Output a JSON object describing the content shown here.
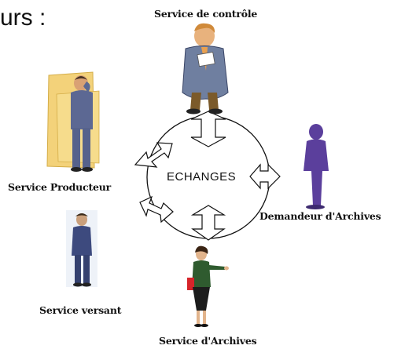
{
  "heading": {
    "text": "urs :"
  },
  "diagram": {
    "center": "ECHANGES",
    "actors": {
      "controle": "Service de contrôle",
      "producteur": "Service Producteur",
      "demandeur": "Demandeur d'Archives",
      "versant": "Service versant",
      "archives": "Service d'Archives"
    }
  },
  "colors": {
    "yellow_panel": "#f3d27a",
    "suit_blue": "#3d4a7e",
    "suit_grey": "#6f7fa0",
    "purple": "#5b3f9c",
    "green_jacket": "#2f5b2f",
    "red": "#d6242a"
  }
}
